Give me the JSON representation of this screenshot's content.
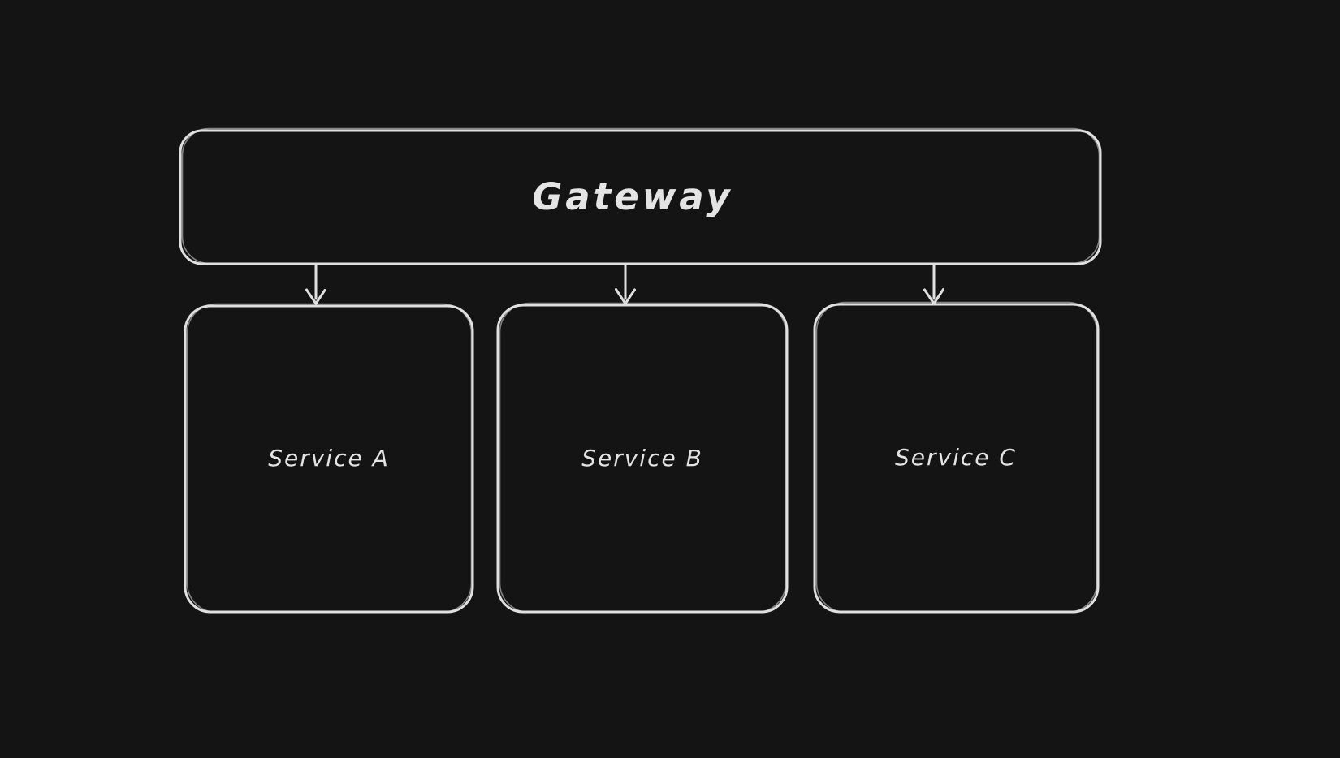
{
  "diagram": {
    "style": "hand-drawn-sketch",
    "nodes": [
      {
        "id": "gateway",
        "label": "Gateway"
      },
      {
        "id": "service-a",
        "label": "Service A"
      },
      {
        "id": "service-b",
        "label": "Service B"
      },
      {
        "id": "service-c",
        "label": "Service C"
      }
    ],
    "edges": [
      {
        "from": "gateway",
        "to": "service-a",
        "arrowhead": "open-arrow-down"
      },
      {
        "from": "gateway",
        "to": "service-b",
        "arrowhead": "open-arrow-down"
      },
      {
        "from": "gateway",
        "to": "service-c",
        "arrowhead": "open-arrow-down"
      }
    ],
    "colors": {
      "background": "#141414",
      "stroke": "#e0e0e0",
      "text": "#e4e4e4"
    }
  }
}
